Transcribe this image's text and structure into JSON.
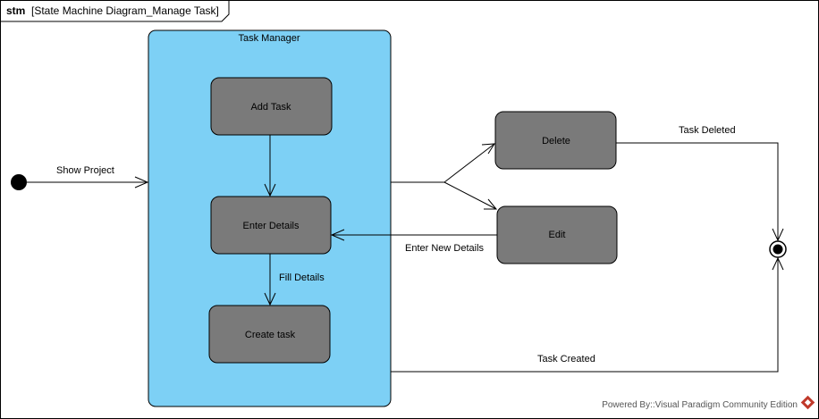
{
  "frame": {
    "keyword": "stm",
    "title": "[State Machine Diagram_Manage Task]"
  },
  "composite_state": {
    "label": "Task Manager",
    "fill": "#7dd0f5",
    "stroke": "#000000"
  },
  "states": {
    "add_task": "Add Task",
    "enter_details": "Enter Details",
    "create_task": "Create task",
    "delete": "Delete",
    "edit": "Edit"
  },
  "state_style": {
    "fill": "#7a7a7a",
    "stroke": "#000000"
  },
  "transitions": {
    "show_project": "Show Project",
    "fill_details": "Fill Details",
    "task_deleted": "Task Deleted",
    "enter_new_details": "Enter New Details",
    "task_created": "Task Created"
  },
  "watermark": {
    "text": "Powered By::Visual Paradigm Community Edition",
    "icon": "visual-paradigm-logo-icon",
    "color": "#c0392b"
  }
}
